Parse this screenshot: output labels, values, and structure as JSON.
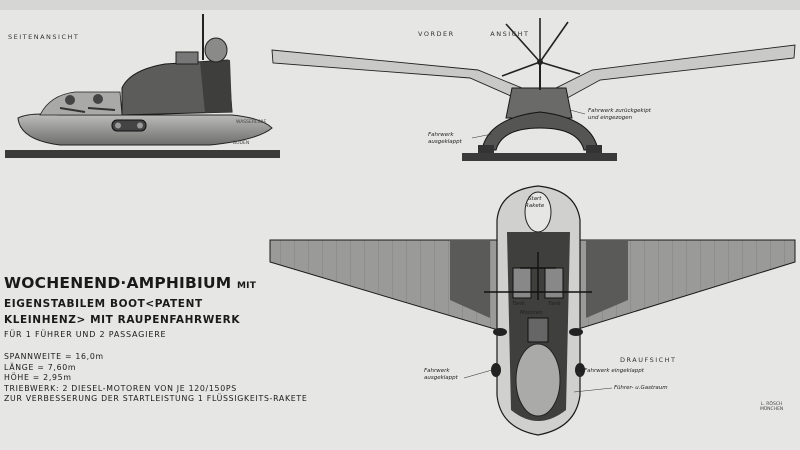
{
  "views": {
    "side": "SEITENANSICHT",
    "front": "VORDER          ANSICHT",
    "top": "DRAUFSICHT"
  },
  "side_labels": {
    "water_line": "WASSERLINIE",
    "ground": "BODEN"
  },
  "front_labels": {
    "gear_retracted": [
      "Fahrwerk zurückgekipt",
      "und eingezogen"
    ],
    "gear_extended": [
      "Fahrwerk",
      "ausgeklappt"
    ]
  },
  "top_labels": {
    "start_rocket": [
      "Start",
      "Rakete"
    ],
    "left_pod": "Tank",
    "right_pod": "Tank",
    "center": "Motoren",
    "gear_extended": [
      "Fahrwerk",
      "ausgeklappt"
    ],
    "gear_retracted": "Fahrwerk eingeklappt",
    "cockpit": "Führer- u.Gastraum"
  },
  "title": {
    "main": "WOCHENEND·AMPHIBIUM",
    "mit": "MIT",
    "line2": "EIGENSTABILEM BOOT<PATENT",
    "line3": "KLEINHENZ> MIT RAUPENFAHRWERK",
    "line4": "FÜR 1 FÜHRER UND 2 PASSAGIERE"
  },
  "specs": [
    "SPANNWEITE = 16,0m",
    "LÄNGE = 7,60m",
    "HÖHE = 2,95m",
    "TRIEBWERK: 2 DIESEL-MOTOREN VON JE 120/150PS",
    "ZUR VERBESSERUNG DER STARTLEISTUNG 1 FLÜSSIGKEITS-RAKETE"
  ],
  "signature": [
    "L. RÖSCH",
    "MÜNCHEN"
  ]
}
